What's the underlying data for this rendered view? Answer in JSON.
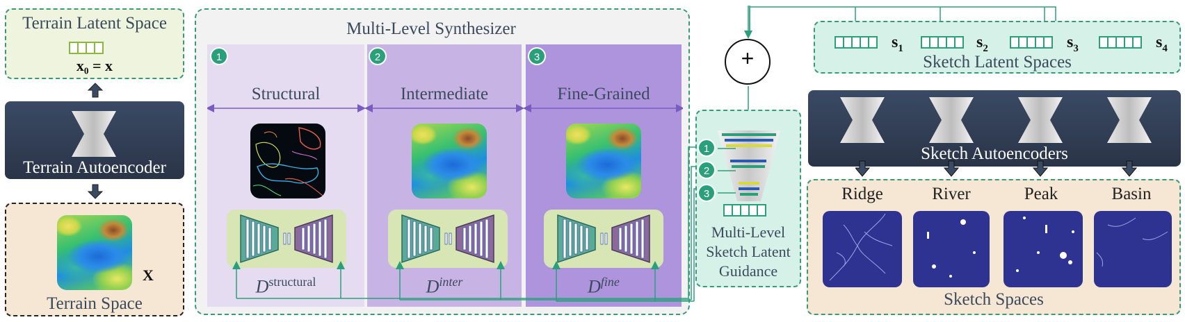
{
  "left": {
    "latent_title": "Terrain Latent Space",
    "latent_formula": "x₀ = x",
    "autoencoder_label": "Terrain Autoencoder",
    "terrain_space_label": "Terrain Space",
    "x_label": "X"
  },
  "synth": {
    "title": "Multi-Level Synthesizer",
    "levels": [
      {
        "num": "1",
        "label": "Structural",
        "decoder": "D",
        "decoder_sup": "structural"
      },
      {
        "num": "2",
        "label": "Intermediate",
        "decoder": "D",
        "decoder_sup": "inter"
      },
      {
        "num": "3",
        "label": "Fine-Grained",
        "decoder": "D",
        "decoder_sup": "fine"
      }
    ]
  },
  "guidance": {
    "plus": "+",
    "nums": [
      "1",
      "2",
      "3"
    ],
    "label_line1": "Multi-Level",
    "label_line2": "Sketch Latent",
    "label_line3": "Guidance"
  },
  "right": {
    "latent_title": "Sketch Latent Spaces",
    "latents": [
      "s",
      "s",
      "s",
      "s"
    ],
    "latent_subs": [
      "1",
      "2",
      "3",
      "4"
    ],
    "autoencoders_label": "Sketch Autoencoders",
    "sketch_types": [
      "Ridge",
      "River",
      "Peak",
      "Basin"
    ],
    "sketch_space_label": "Sketch Spaces"
  },
  "colors": {
    "accent": "#2aa07a",
    "navy": "#3b4a63",
    "purple_light": "#e6dcf2",
    "purple_mid": "#c8b4e4",
    "purple_dark": "#ad94dc",
    "sketch_bg": "#2e3391"
  }
}
